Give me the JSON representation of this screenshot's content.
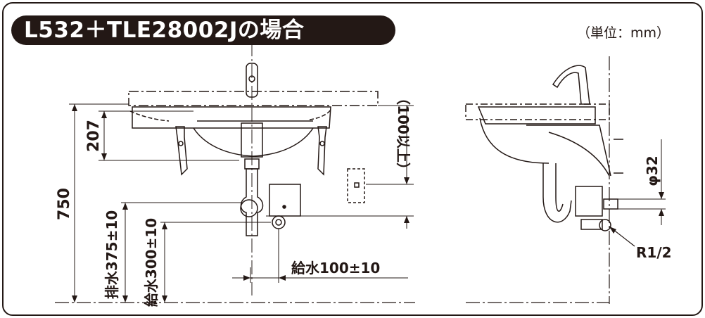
{
  "title": "L532＋TLE28002Jの場合",
  "unit_note": "（単位：mm）",
  "dimensions": {
    "d207": "207",
    "d750": "750",
    "d100_above": "（100以上）",
    "drain_height": "排水375±10",
    "supply_height": "給水300±10",
    "supply_offset": "給水100±10",
    "pipe_diameter": "φ32",
    "thread": "R1/2"
  },
  "colors": {
    "ink": "#231815",
    "badge": "#231815",
    "paper": "#ffffff"
  }
}
